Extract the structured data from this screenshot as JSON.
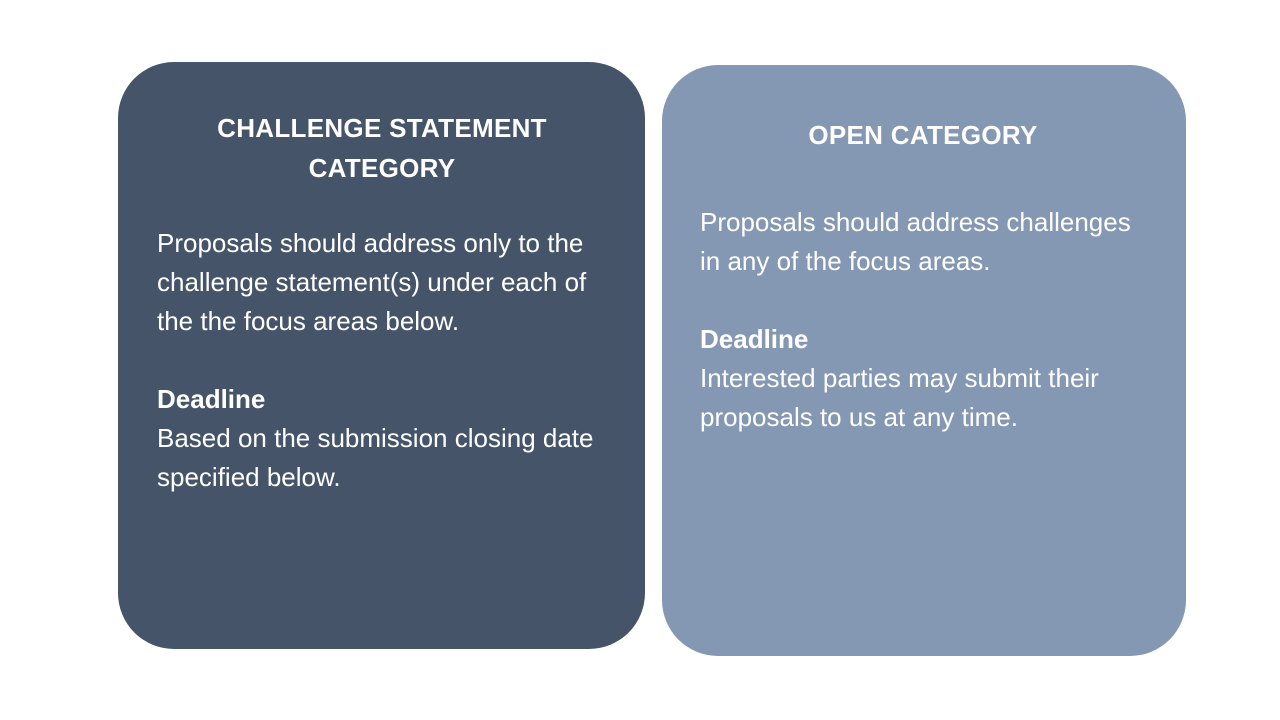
{
  "slide": {
    "background_color": "#ffffff",
    "cards": [
      {
        "id": "challenge-statement-category",
        "title": "CHALLENGE STATEMENT CATEGORY",
        "background_color": "#455469",
        "text_color": "#ffffff",
        "intro": "Proposals should address only to the challenge statement(s) under each of the the focus areas below.",
        "deadline_heading": "Deadline",
        "deadline_body": "Based on the submission closing date specified below."
      },
      {
        "id": "open-category",
        "title": "OPEN CATEGORY",
        "background_color": "#8598b3",
        "text_color": "#ffffff",
        "intro": "Proposals should address challenges in any of the focus areas.",
        "deadline_heading": "Deadline",
        "deadline_body": "Interested parties may submit their proposals to us at any time."
      }
    ]
  }
}
